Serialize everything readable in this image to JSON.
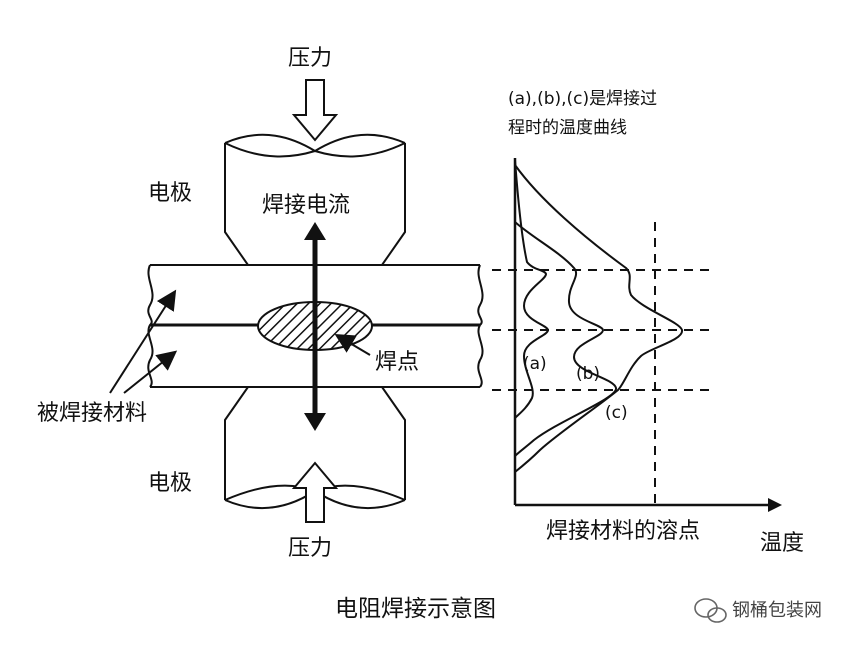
{
  "diagram": {
    "pressure_top": "压力",
    "pressure_bottom": "压力",
    "electrode_top": "电极",
    "electrode_bottom": "电极",
    "welding_current": "焊接电流",
    "weld_nugget": "焊点",
    "workpiece_material": "被焊接材料",
    "curve_note_line1": "(a),(b),(c)是焊接过",
    "curve_note_line2": "程时的温度曲线",
    "curve_a": "(a)",
    "curve_b": "(b)",
    "curve_c": "(c)",
    "melting_point": "焊接材料的溶点",
    "temperature_axis": "温度",
    "caption": "电阻焊接示意图"
  },
  "watermark": {
    "text": "钢桶包装网",
    "icon": "wechat-icon"
  }
}
